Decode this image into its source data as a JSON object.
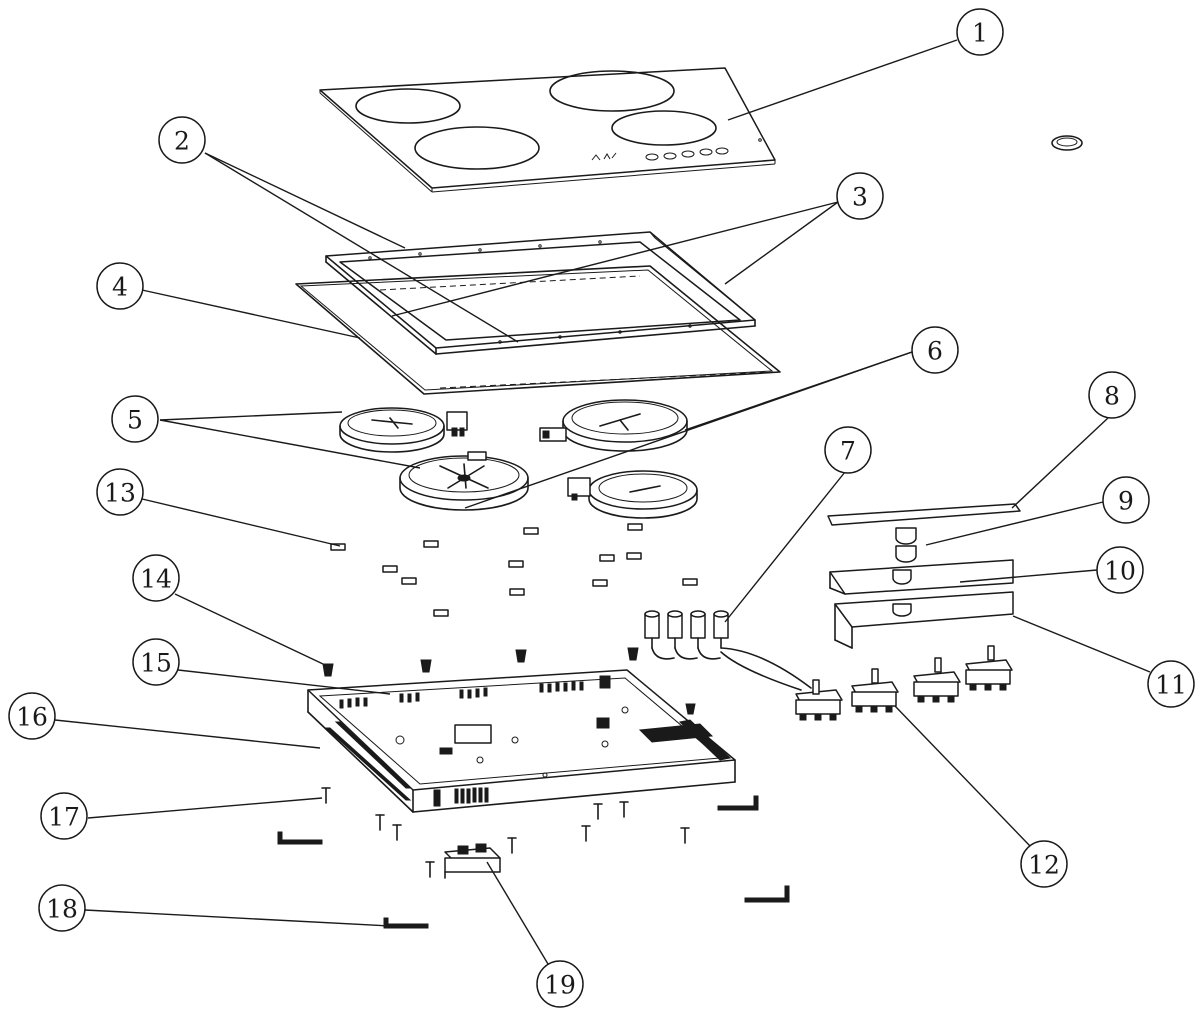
{
  "callouts": [
    "1",
    "2",
    "3",
    "4",
    "5",
    "6",
    "7",
    "8",
    "9",
    "10",
    "11",
    "12",
    "13",
    "14",
    "15",
    "16",
    "17",
    "18",
    "19"
  ],
  "colors": {
    "line": "#1a1a1a",
    "background": "#ffffff"
  }
}
